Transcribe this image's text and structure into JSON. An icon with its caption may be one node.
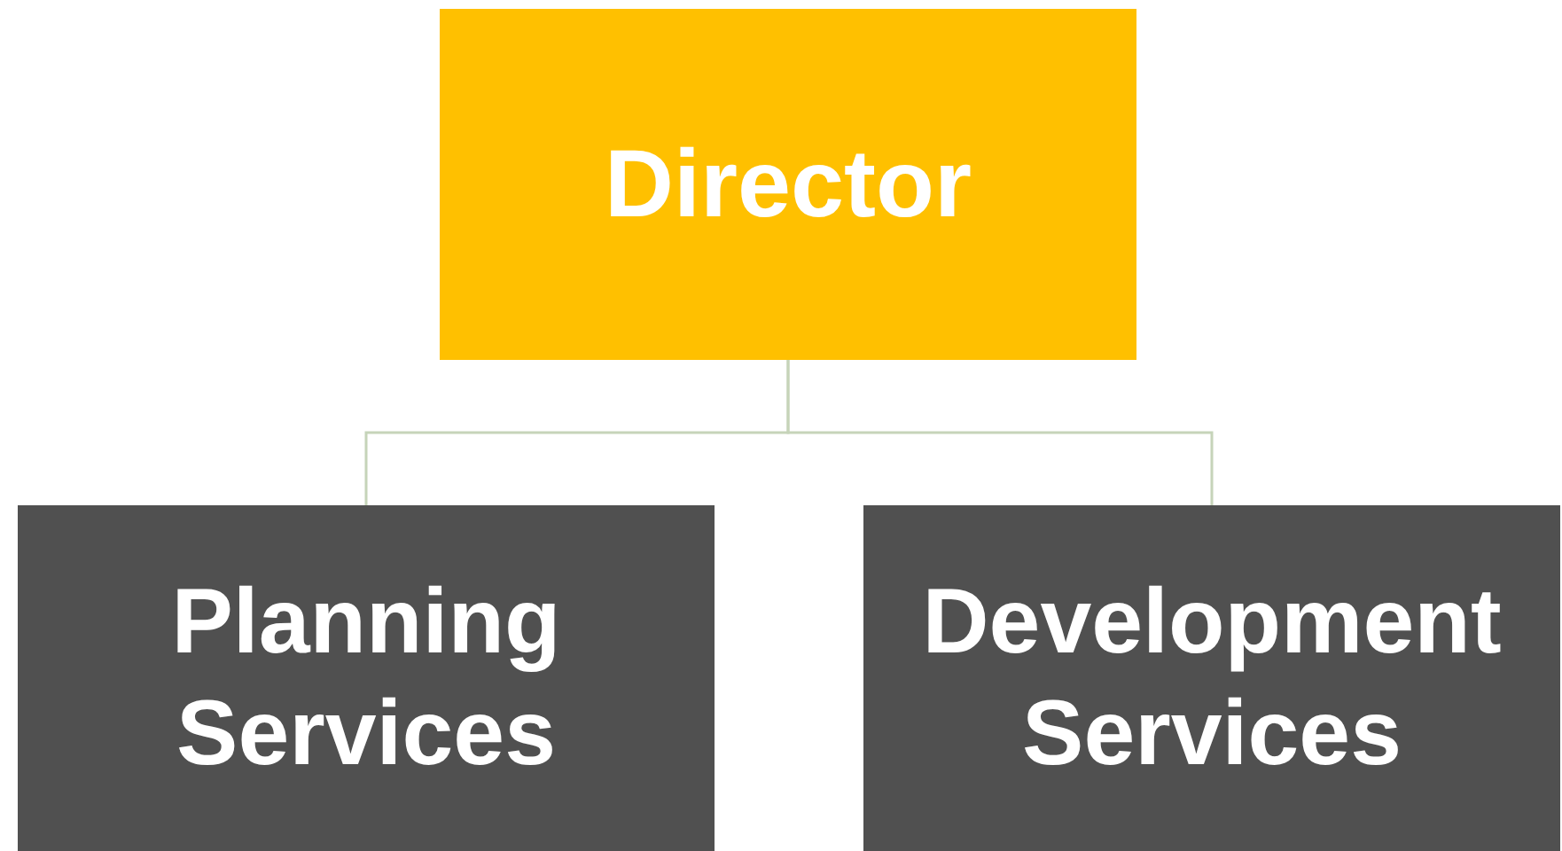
{
  "diagram": {
    "nodes": [
      {
        "text": [
          "Director"
        ]
      },
      {
        "text": [
          "Planning Services"
        ]
      },
      {
        "text": [
          "Development Services"
        ]
      }
    ],
    "edges": [
      {
        "from": 0,
        "to": 1,
        "arrow": "none"
      },
      {
        "from": 0,
        "to": 2,
        "arrow": "none"
      }
    ]
  }
}
